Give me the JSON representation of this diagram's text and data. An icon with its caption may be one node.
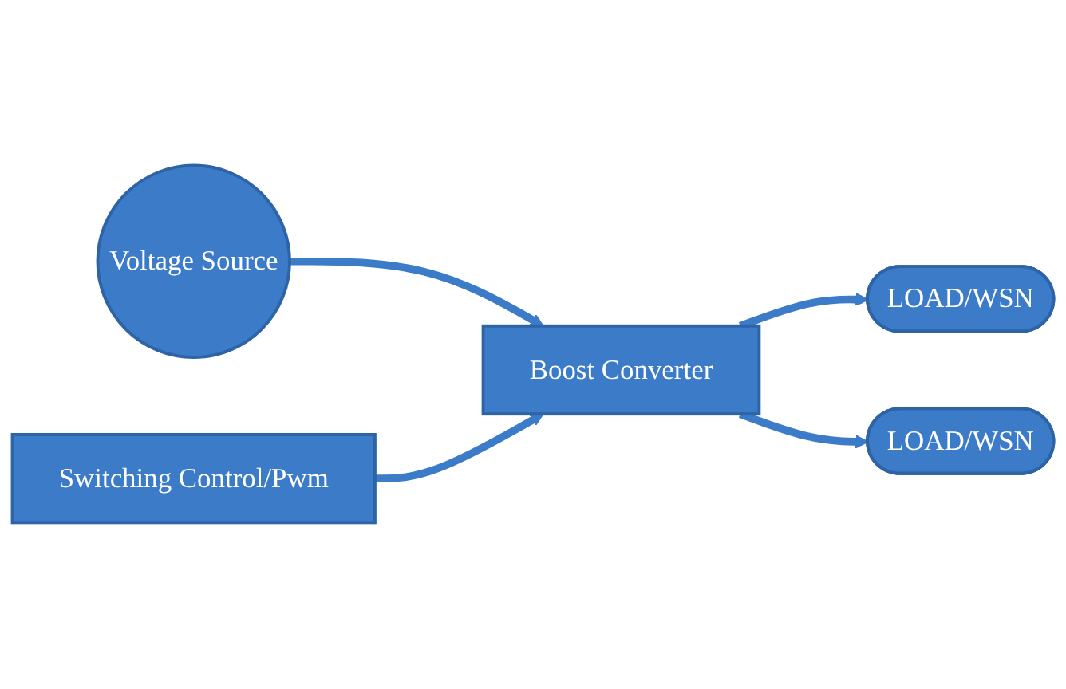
{
  "diagram": {
    "nodes": [
      {
        "text": [
          "Voltage Source"
        ]
      },
      {
        "text": [
          "Boost Converter"
        ]
      },
      {
        "text": [
          "LOAD/WSN"
        ]
      },
      {
        "text": [
          "LOAD/WSN"
        ]
      },
      {
        "text": [
          "Switching Control/Pwm"
        ]
      }
    ],
    "edges": [
      {
        "from": 0,
        "to": 1,
        "arrow": "to"
      },
      {
        "from": 1,
        "to": 2,
        "arrow": "to"
      },
      {
        "from": 1,
        "to": 3,
        "arrow": "to"
      },
      {
        "from": 4,
        "to": 1,
        "arrow": "to"
      }
    ]
  }
}
